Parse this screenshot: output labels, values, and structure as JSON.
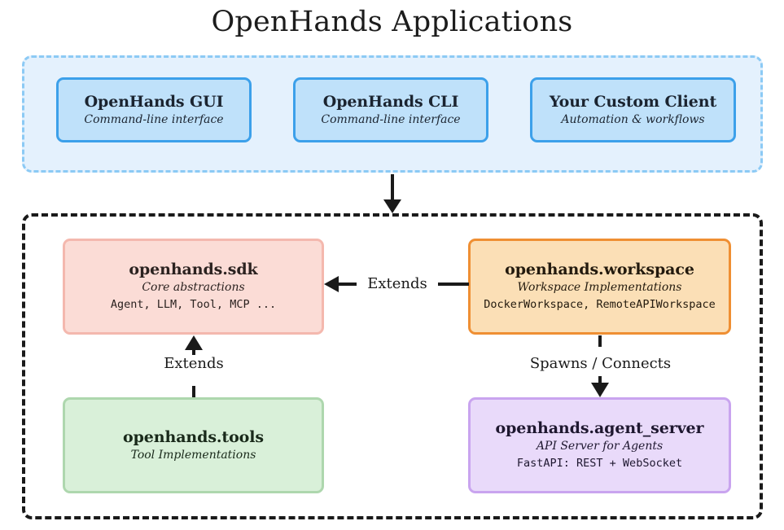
{
  "title": "OpenHands Applications",
  "colors": {
    "apps_container_fill": "#e4f1fd",
    "apps_container_border": "#8ccaf5",
    "sdk_container_border": "#1a1a1a",
    "app_node_fill": "#bfe1fa",
    "app_node_border": "#3ca0ea",
    "sdk_fill": "#fbdcd6",
    "sdk_border": "#f4b8ae",
    "workspace_fill": "#fbdfb6",
    "workspace_border": "#ef8f33",
    "tools_fill": "#d9f0d9",
    "tools_border": "#aed7ae",
    "agent_server_fill": "#e9dafa",
    "agent_server_border": "#c9a4ef",
    "arrow": "#1a1a1a"
  },
  "applications": {
    "nodes": [
      {
        "title": "OpenHands GUI",
        "subtitle": "Command-line interface"
      },
      {
        "title": "OpenHands CLI",
        "subtitle": "Command-line interface"
      },
      {
        "title": "Your Custom Client",
        "subtitle": "Automation & workflows"
      }
    ]
  },
  "sdk": {
    "nodes": [
      {
        "title": "openhands.sdk",
        "subtitle": "Core abstractions",
        "code": "Agent, LLM, Tool, MCP ..."
      },
      {
        "title": "openhands.workspace",
        "subtitle": "Workspace Implementations",
        "code": "DockerWorkspace, RemoteAPIWorkspace"
      },
      {
        "title": "openhands.tools",
        "subtitle": "Tool Implementations",
        "code": ""
      },
      {
        "title": "openhands.agent_server",
        "subtitle": "API Server for Agents",
        "code": "FastAPI: REST + WebSocket"
      }
    ]
  },
  "arrows": {
    "apps_to_sdk": {
      "label": "",
      "direction": "down"
    },
    "workspace_to_sdk": {
      "label": "Extends",
      "direction": "left"
    },
    "tools_to_sdk": {
      "label": "Extends",
      "direction": "up"
    },
    "workspace_to_agent_server": {
      "label": "Spawns / Connects",
      "direction": "down"
    }
  }
}
